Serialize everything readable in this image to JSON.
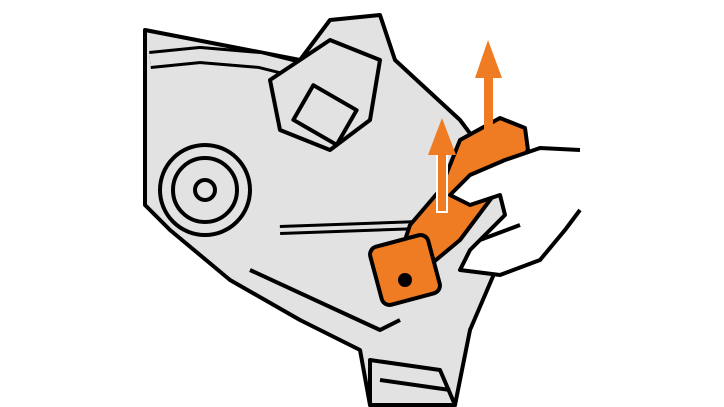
{
  "illustration": {
    "subject": "vacuum-brush-roll-removal",
    "colors": {
      "body": "#e2e2e2",
      "outline": "#000000",
      "accent": "#ef7b22",
      "hand": "#ffffff",
      "background": "#ffffff"
    },
    "arrows": [
      {
        "direction": "up"
      },
      {
        "direction": "up"
      }
    ]
  }
}
